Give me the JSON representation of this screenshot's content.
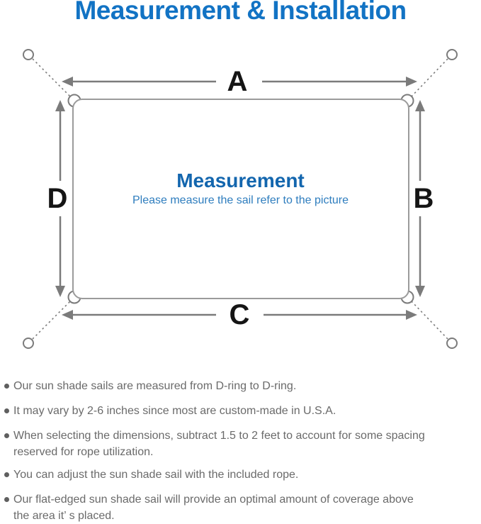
{
  "title": "Measurement & Installation",
  "diagram": {
    "labels": {
      "top": "A",
      "right": "B",
      "bottom": "C",
      "left": "D"
    },
    "center_heading": "Measurement",
    "center_subtitle": "Please measure the sail refer to the picture"
  },
  "notes": [
    {
      "lines": [
        "Our sun shade sails are measured from D-ring to D-ring."
      ]
    },
    {
      "lines": [
        "It may vary by 2-6 inches since most are custom-made in U.S.A."
      ]
    },
    {
      "lines": [
        "When selecting the dimensions, subtract 1.5 to 2 feet to account for some spacing",
        "reserved for rope utilization."
      ]
    },
    {
      "lines": [
        "You can adjust the sun shade sail with the included rope."
      ]
    },
    {
      "lines": [
        "Our flat-edged sun shade sail will provide an optimal amount of coverage above",
        "the area it’ s placed."
      ]
    }
  ],
  "colors": {
    "title_blue": "#1273c4",
    "heading_blue": "#1366ae",
    "subtitle_blue": "#2e7dbe",
    "line_gray": "#7b7b7b",
    "sail_gray": "#9b9b9b",
    "label_black": "#151515",
    "note_gray": "#6a6a6a",
    "dot_gray": "#5f5f5f"
  }
}
